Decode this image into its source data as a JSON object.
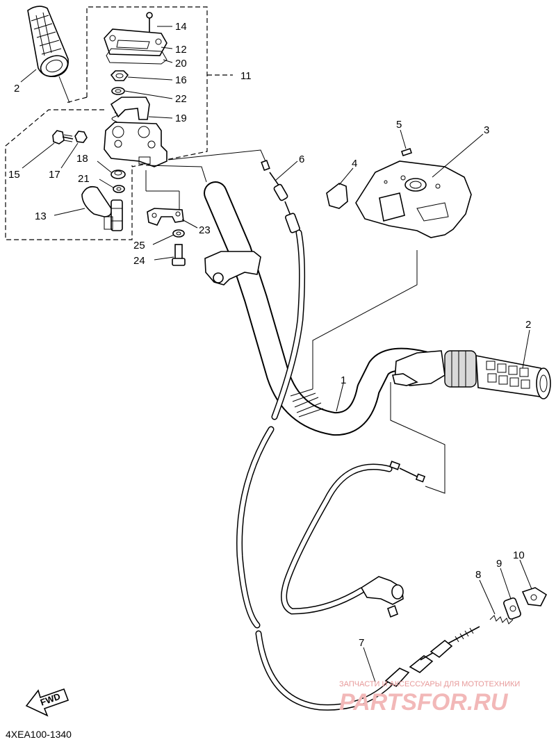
{
  "diagram": {
    "callouts": {
      "c1": "1",
      "c2a": "2",
      "c2b": "2",
      "c3": "3",
      "c4": "4",
      "c5": "5",
      "c6": "6",
      "c7": "7",
      "c8": "8",
      "c9": "9",
      "c10": "10",
      "c11": "11",
      "c12": "12",
      "c13": "13",
      "c14": "14",
      "c15": "15",
      "c16": "16",
      "c17": "17",
      "c18": "18",
      "c19": "19",
      "c20": "20",
      "c21": "21",
      "c22": "22",
      "c23": "23",
      "c24": "24",
      "c25": "25"
    },
    "fwd_label": "FWD",
    "part_code": "4XEA100-1340"
  },
  "watermark": {
    "tagline": "ЗАПЧАСТИ И АКСЕССУАРЫ ДЛЯ МОТОТЕХНИКИ",
    "site": "PARTSFOR.RU"
  }
}
